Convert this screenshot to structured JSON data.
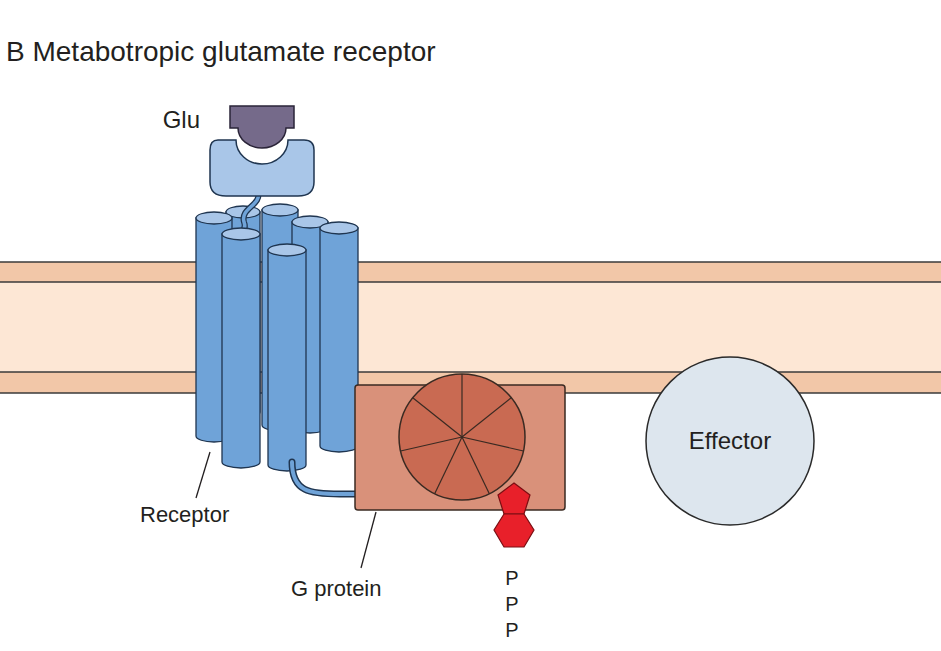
{
  "diagram": {
    "title": "B Metabotropic glutamate receptor",
    "nodes": [
      {
        "text": [
          "Effector"
        ]
      }
    ],
    "labels": [
      "Glu",
      "Receptor",
      "G protein",
      "P",
      "P",
      "P"
    ]
  }
}
